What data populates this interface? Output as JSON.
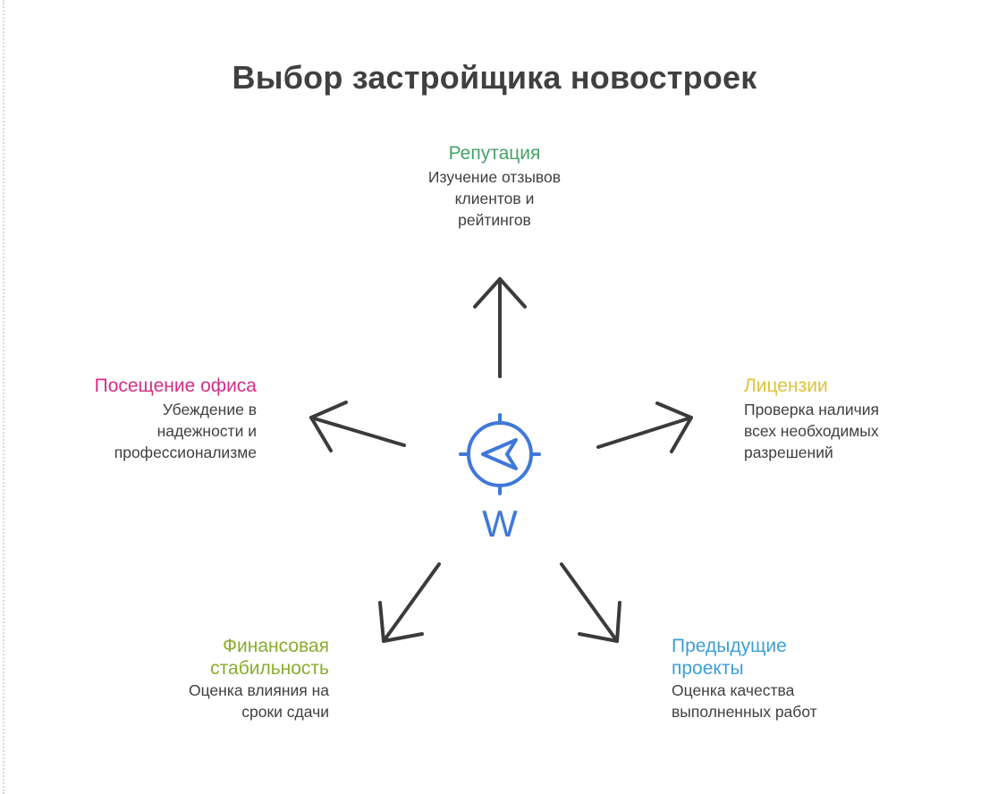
{
  "title": "Выбор застройщика новостроек",
  "colors": {
    "arrow": "#3b3b3b",
    "compass": "#3f78d8",
    "reputation": "#43a467",
    "office": "#d62e86",
    "licenses": "#ddc23a",
    "finance": "#89ad2e",
    "projects": "#3c9fd6"
  },
  "center": {
    "icon": "compass-icon",
    "letter": "W"
  },
  "nodes": {
    "reputation": {
      "heading": "Репутация",
      "description": [
        "Изучение отзывов",
        "клиентов и",
        "рейтингов"
      ]
    },
    "office": {
      "heading": "Посещение офиса",
      "description": [
        "Убеждение в",
        "надежности и",
        "профессионализме"
      ]
    },
    "licenses": {
      "heading": "Лицензии",
      "description": [
        "Проверка наличия",
        "всех необходимых",
        "разрешений"
      ]
    },
    "finance": {
      "heading": [
        "Финансовая",
        "стабильность"
      ],
      "description": [
        "Оценка влияния на",
        "сроки сдачи"
      ]
    },
    "projects": {
      "heading": [
        "Предыдущие",
        "проекты"
      ],
      "description": [
        "Оценка качества",
        "выполненных работ"
      ]
    }
  }
}
